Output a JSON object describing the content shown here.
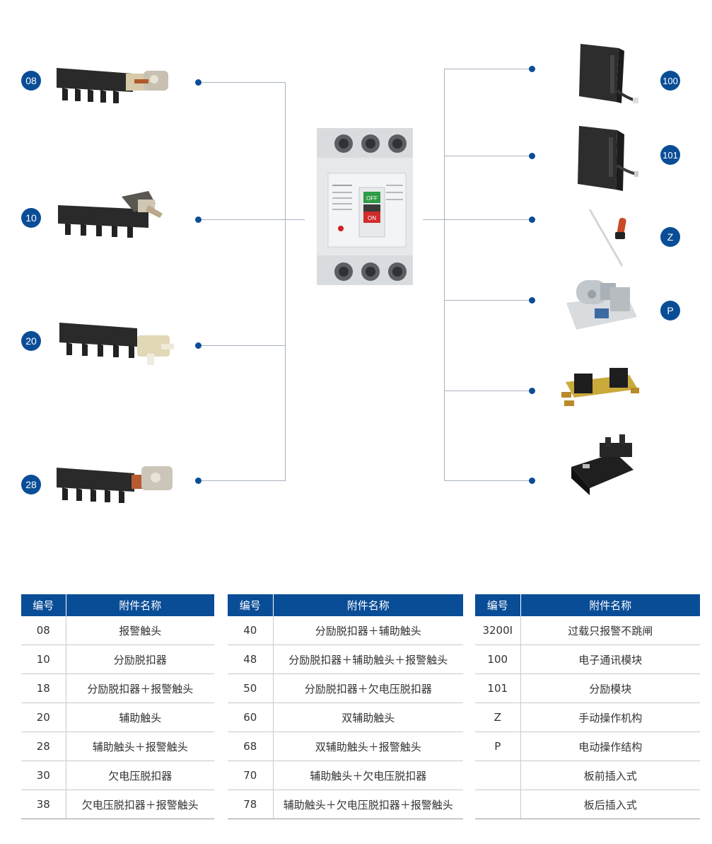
{
  "left_items": [
    {
      "badge": "08"
    },
    {
      "badge": "10"
    },
    {
      "badge": "20"
    },
    {
      "badge": "28"
    }
  ],
  "right_items": [
    {
      "badge": "100"
    },
    {
      "badge": "101"
    },
    {
      "badge": "Z"
    },
    {
      "badge": "P"
    },
    {
      "badge": ""
    },
    {
      "badge": ""
    }
  ],
  "breaker": {
    "off_label": "OFF",
    "on_label": "ON"
  },
  "colors": {
    "accent": "#0a4d97",
    "connector_line": "#a9b3bf"
  },
  "tables": [
    {
      "header": [
        "编号",
        "附件名称"
      ],
      "rows": [
        [
          "08",
          "报警触头"
        ],
        [
          "10",
          "分励脱扣器"
        ],
        [
          "18",
          "分励脱扣器＋报警触头"
        ],
        [
          "20",
          "辅助触头"
        ],
        [
          "28",
          "辅助触头＋报警触头"
        ],
        [
          "30",
          "欠电压脱扣器"
        ],
        [
          "38",
          "欠电压脱扣器＋报警触头"
        ]
      ]
    },
    {
      "header": [
        "编号",
        "附件名称"
      ],
      "rows": [
        [
          "40",
          "分励脱扣器＋辅助触头"
        ],
        [
          "48",
          "分励脱扣器＋辅助触头＋报警触头"
        ],
        [
          "50",
          "分励脱扣器＋欠电压脱扣器"
        ],
        [
          "60",
          "双辅助触头"
        ],
        [
          "68",
          "双辅助触头＋报警触头"
        ],
        [
          "70",
          "辅助触头＋欠电压脱扣器"
        ],
        [
          "78",
          "辅助触头＋欠电压脱扣器＋报警触头"
        ]
      ]
    },
    {
      "header": [
        "编号",
        "附件名称"
      ],
      "rows": [
        [
          "3200I",
          "过载只报警不跳闸"
        ],
        [
          "100",
          "电子通讯模块"
        ],
        [
          "101",
          "分励模块"
        ],
        [
          "Z",
          "手动操作机构"
        ],
        [
          "P",
          "电动操作结构"
        ],
        [
          "",
          "板前插入式"
        ],
        [
          "",
          "板后插入式"
        ]
      ]
    }
  ]
}
